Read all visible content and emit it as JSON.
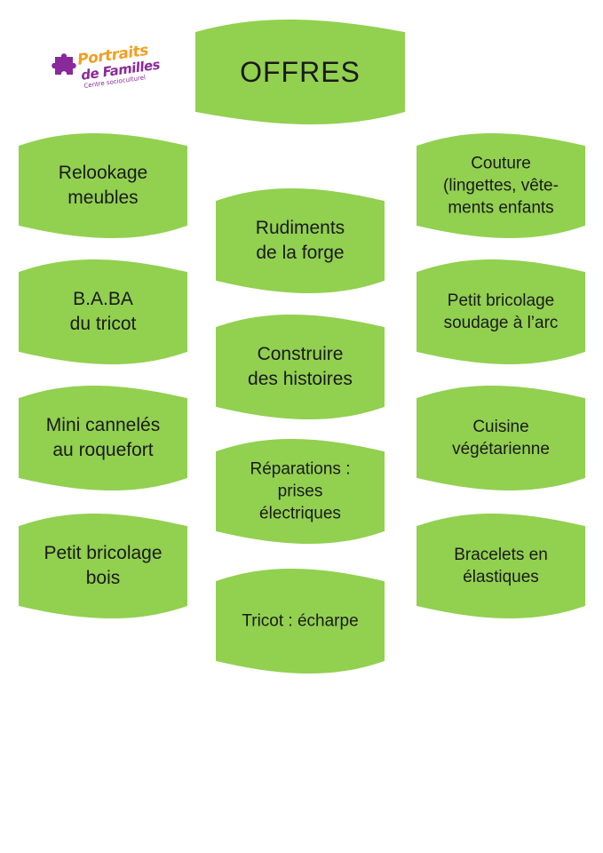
{
  "logo": {
    "line1": "Portraits",
    "line2": "de Familles",
    "line3": "Centre socioculturel"
  },
  "colors": {
    "flag": "#92d050",
    "text": "#1a1a1a",
    "logo_orange": "#f0a020",
    "logo_purple": "#8a2a9a"
  },
  "title": "OFFRES",
  "left_column": [
    {
      "label": "Relookage\nmeubles"
    },
    {
      "label": "B.A.BA\ndu tricot"
    },
    {
      "label": "Mini cannelés\nau roquefort"
    },
    {
      "label": "Petit bricolage\nbois"
    }
  ],
  "middle_column": [
    {
      "label": "Rudiments\nde la forge"
    },
    {
      "label": "Construire\ndes histoires"
    },
    {
      "label": "Réparations :\nprises\nélectriques"
    },
    {
      "label": "Tricot : écharpe"
    }
  ],
  "right_column": [
    {
      "label": "Couture\n(lingettes, vête-\nments enfants"
    },
    {
      "label": "Petit bricolage\nsoudage à l’arc"
    },
    {
      "label": "Cuisine\nvégétarienne"
    },
    {
      "label": "Bracelets en\nélastiques"
    }
  ]
}
